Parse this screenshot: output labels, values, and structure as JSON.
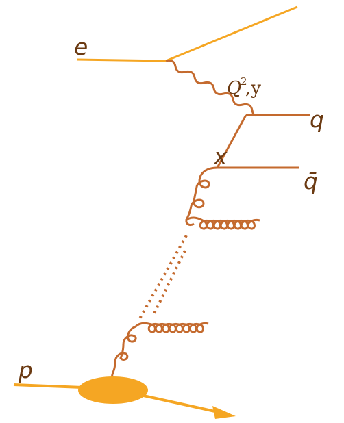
{
  "labels": {
    "electron": "e",
    "photon_q": "Q",
    "photon_q_sup": "2",
    "photon_y": ",y",
    "x": "x",
    "quark": "q",
    "antiquark": "q̄",
    "proton": "p"
  },
  "colors": {
    "lepton": "#f5a623",
    "parton": "#c46a2e",
    "label_dark": "#6b3a12",
    "proton_blob": "#f5a623"
  },
  "icons": {
    "photon": "wavy-line",
    "gluon": "curly-line",
    "ladder_gap": "dotted-line",
    "proton_remnant": "arrow"
  }
}
